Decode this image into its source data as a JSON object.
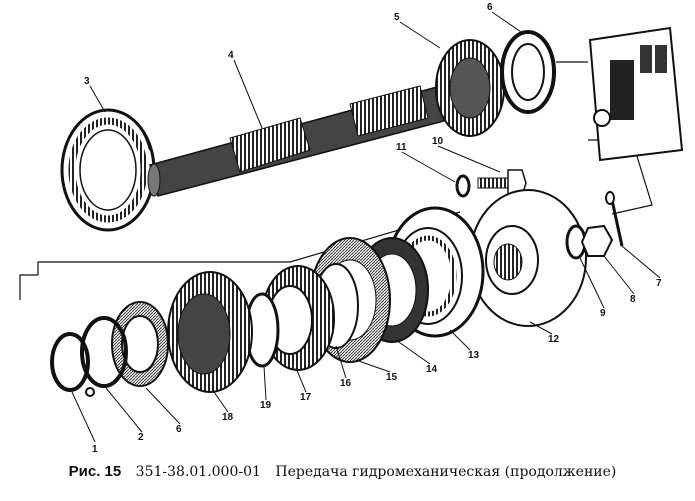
{
  "caption": {
    "figure_label": "Рис. 15",
    "code": "351-38.01.000-01",
    "title": "Передача гидромеханическая (продолжение)"
  },
  "callouts": [
    "1",
    "2",
    "3",
    "4",
    "5",
    "6",
    "7",
    "8",
    "9",
    "10",
    "11",
    "12",
    "13",
    "14",
    "15",
    "16",
    "17",
    "18",
    "19",
    "6"
  ]
}
